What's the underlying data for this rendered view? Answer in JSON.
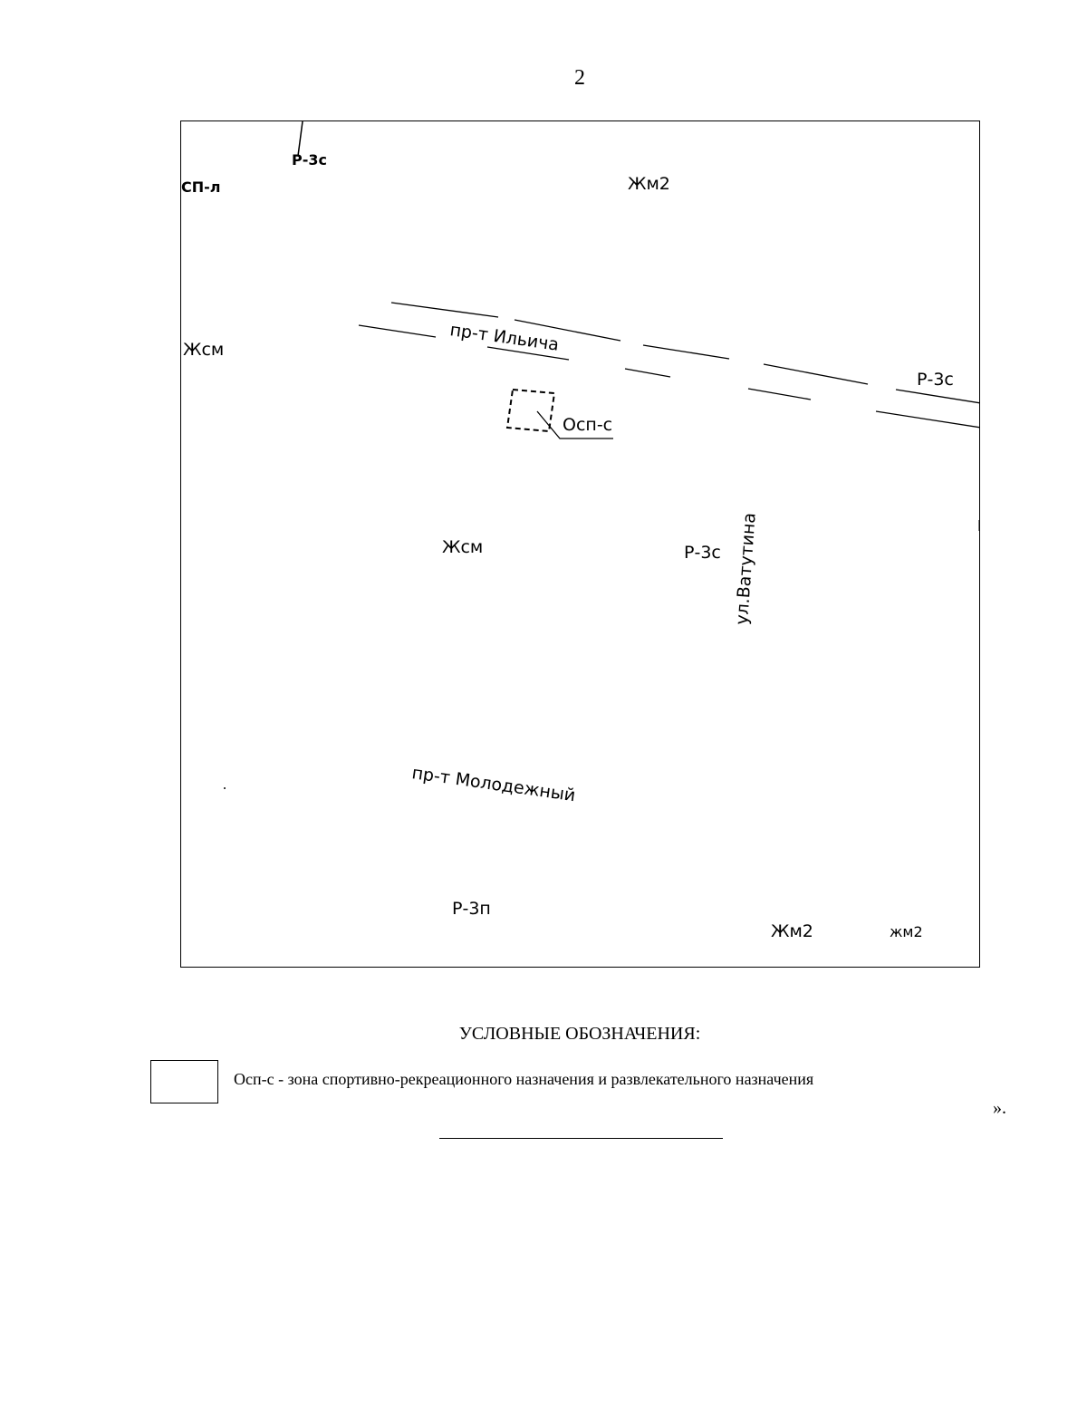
{
  "page": {
    "number": "2"
  },
  "map": {
    "labels": {
      "r3s_top": "Р-3с",
      "sp_l": "СП-л",
      "zhm2_top": "Жм2",
      "zhsm_left": "Жсм",
      "prospect_ilyicha": "пр-т Ильича",
      "r3s_right": "Р-3с",
      "osp_s": "Осп-с",
      "zhsm_center": "Жсм",
      "r3s_center": "Р-3с",
      "ul_vatutina": "ул.Ватутина",
      "prospect_molodezhny": "пр-т Молодежный",
      "r3p": "Р-3п",
      "zhm2_bottom": "Жм2",
      "zhm2_bottom_small": "жм2"
    }
  },
  "legend": {
    "title": "УСЛОВНЫЕ ОБОЗНАЧЕНИЯ:",
    "items": [
      {
        "text": "Осп-с - зона спортивно-рекреационного назначения и развлекательного назначения"
      }
    ],
    "closing": "»."
  }
}
